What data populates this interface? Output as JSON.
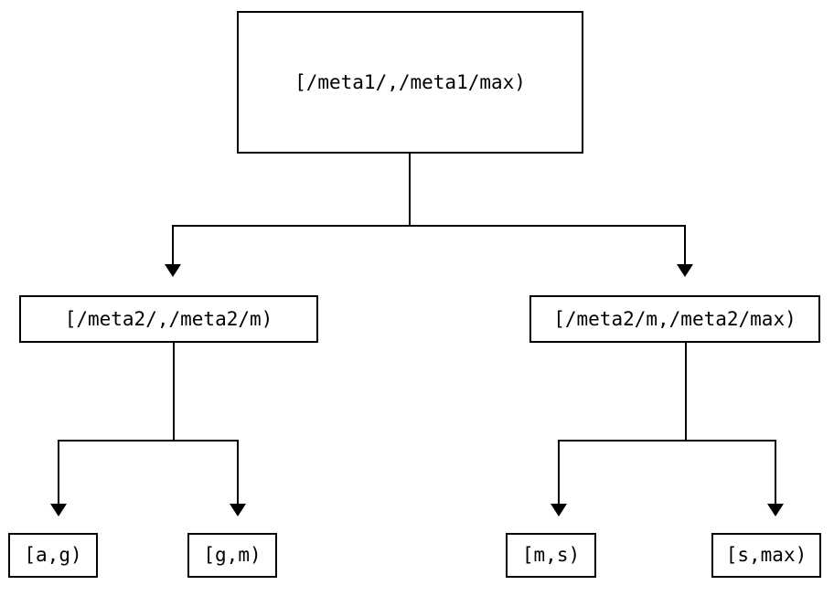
{
  "diagram": {
    "title": "range-partition-tree",
    "background_color": "#ffffff",
    "line_color": "#000000",
    "box_fill_color": "#ffffff",
    "nodes": {
      "root": {
        "label": "[/meta1/,/meta1/max)",
        "level": 1
      },
      "mid_left": {
        "label": "[/meta2/,/meta2/m)",
        "level": 2
      },
      "mid_right": {
        "label": "[/meta2/m,/meta2/max)",
        "level": 2
      },
      "leaf_ag": {
        "label": "[a,g)",
        "level": 3
      },
      "leaf_gm": {
        "label": "[g,m)",
        "level": 3
      },
      "leaf_ms": {
        "label": "[m,s)",
        "level": 3
      },
      "leaf_smax": {
        "label": "[s,max)",
        "level": 3
      }
    },
    "edges": [
      {
        "from": "root",
        "to": "mid_left",
        "arrow": "down"
      },
      {
        "from": "root",
        "to": "mid_right",
        "arrow": "down"
      },
      {
        "from": "mid_left",
        "to": "leaf_ag",
        "arrow": "down"
      },
      {
        "from": "mid_left",
        "to": "leaf_gm",
        "arrow": "down"
      },
      {
        "from": "mid_right",
        "to": "leaf_ms",
        "arrow": "down"
      },
      {
        "from": "mid_right",
        "to": "leaf_smax",
        "arrow": "down"
      }
    ]
  }
}
